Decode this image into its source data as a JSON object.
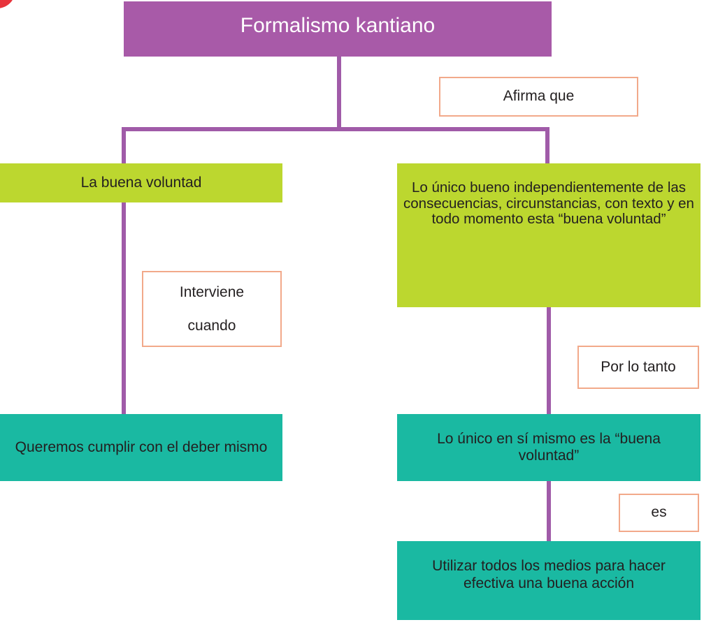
{
  "diagram": {
    "root": {
      "text": "Formalismo kantiano"
    },
    "edge_labels": {
      "afirma": "Afirma que",
      "interviene_line1": "Interviene",
      "interviene_line2": "cuando",
      "por_lo_tanto": "Por lo tanto",
      "es": "es"
    },
    "nodes": {
      "buena_voluntad": "La buena voluntad",
      "unico_bueno": "Lo único bueno independientemente de las consecuencias, circunstancias, con texto y en todo momento esta “buena voluntad”",
      "cumplir_deber": "Queremos cumplir con el deber mismo",
      "unico_en_si": "Lo único en sí mismo es la “buena voluntad”",
      "utilizar_medios": "Utilizar todos los medios para hacer efectiva una buena acción"
    },
    "colors": {
      "root": "#a85aa8",
      "connector": "#a05ba8",
      "lime": "#bcd72f",
      "teal": "#1ab9a2",
      "label_border": "#f2a98a"
    }
  }
}
